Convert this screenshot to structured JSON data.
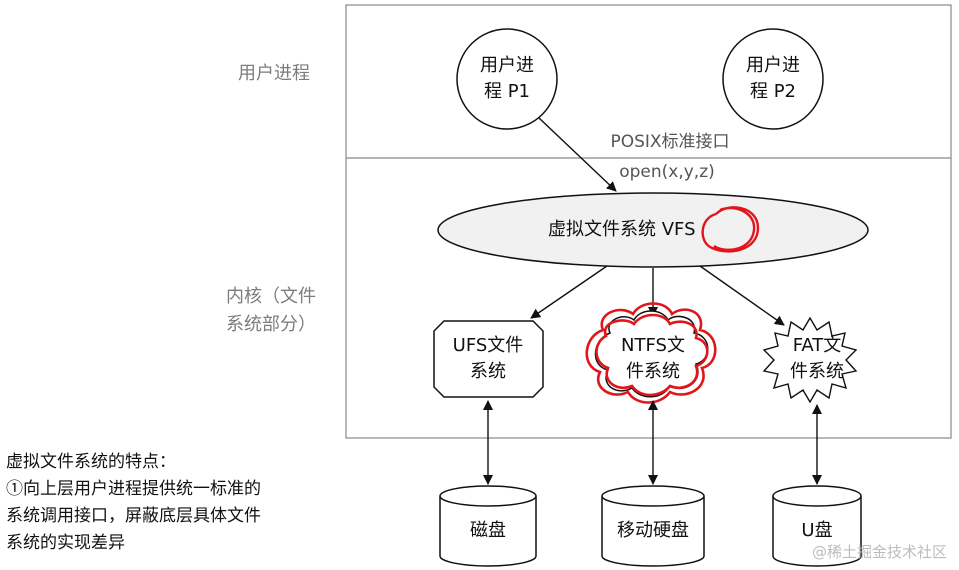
{
  "side_labels": {
    "user_process": "用户进程",
    "kernel_line1": "内核（文件",
    "kernel_line2": "系统部分）"
  },
  "processes": [
    {
      "line1": "用户进",
      "line2": "程 P1"
    },
    {
      "line1": "用户进",
      "line2": "程 P2"
    }
  ],
  "interface": {
    "name": "POSIX标准接口",
    "call": "open(x,y,z)"
  },
  "vfs": {
    "prefix": "虚拟文件系统 ",
    "abbr": "VFS"
  },
  "filesystems": [
    {
      "line1": "UFS文件",
      "line2": "系统"
    },
    {
      "line1": "NTFS文",
      "line2": "件系统"
    },
    {
      "line1": "FAT文",
      "line2": "件系统"
    }
  ],
  "devices": [
    "磁盘",
    "移动硬盘",
    "U盘"
  ],
  "note": {
    "title": "虚拟文件系统的特点：",
    "lines": [
      "①向上层用户进程提供统一标准的",
      "系统调用接口，屏蔽底层具体文件",
      "系统的实现差异"
    ]
  },
  "watermark": "@稀土掘金技术社区",
  "colors": {
    "annotation_red": "#e0161c",
    "line": "#222222",
    "label_gray": "#7d7d7d"
  }
}
